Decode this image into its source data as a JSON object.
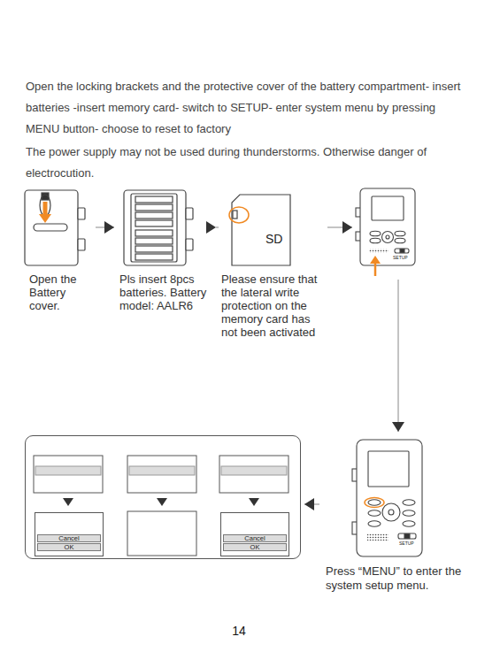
{
  "diagram": {
    "nodes": [
      {
        "text": [
          "Open the Battery cover."
        ]
      },
      {
        "text": [
          "Pls insert 8pcs batteries. Battery model: AALR6"
        ]
      },
      {
        "text": [
          "SD",
          "Please ensure that the lateral write protection on the memory card has not been activated"
        ]
      },
      {
        "text": [
          "SETUP"
        ]
      },
      {
        "text": [
          "SETUP",
          "Press “MENU” to enter the system setup menu."
        ]
      },
      {
        "text": []
      },
      {
        "text": [
          "Cancel",
          "OK"
        ],
        "in": 5
      },
      {
        "text": [
          "Cancel",
          "OK"
        ],
        "in": 5
      }
    ],
    "edges": [
      {
        "from": 0,
        "to": 1,
        "arrow": "to"
      },
      {
        "from": 1,
        "to": 2,
        "arrow": "to"
      },
      {
        "from": 2,
        "to": 3,
        "arrow": "to"
      },
      {
        "from": 3,
        "to": 4,
        "arrow": "to"
      },
      {
        "from": 4,
        "to": 5,
        "arrow": "to"
      }
    ],
    "labels": [
      "Open the locking brackets and the protective cover of the battery compartment- insert batteries -insert memory card- switch to SETUP- enter system menu by pressing MENU button- choose to reset to factory",
      "The power supply may not be used during thunderstorms. Otherwise danger of electrocution.",
      "14"
    ]
  }
}
